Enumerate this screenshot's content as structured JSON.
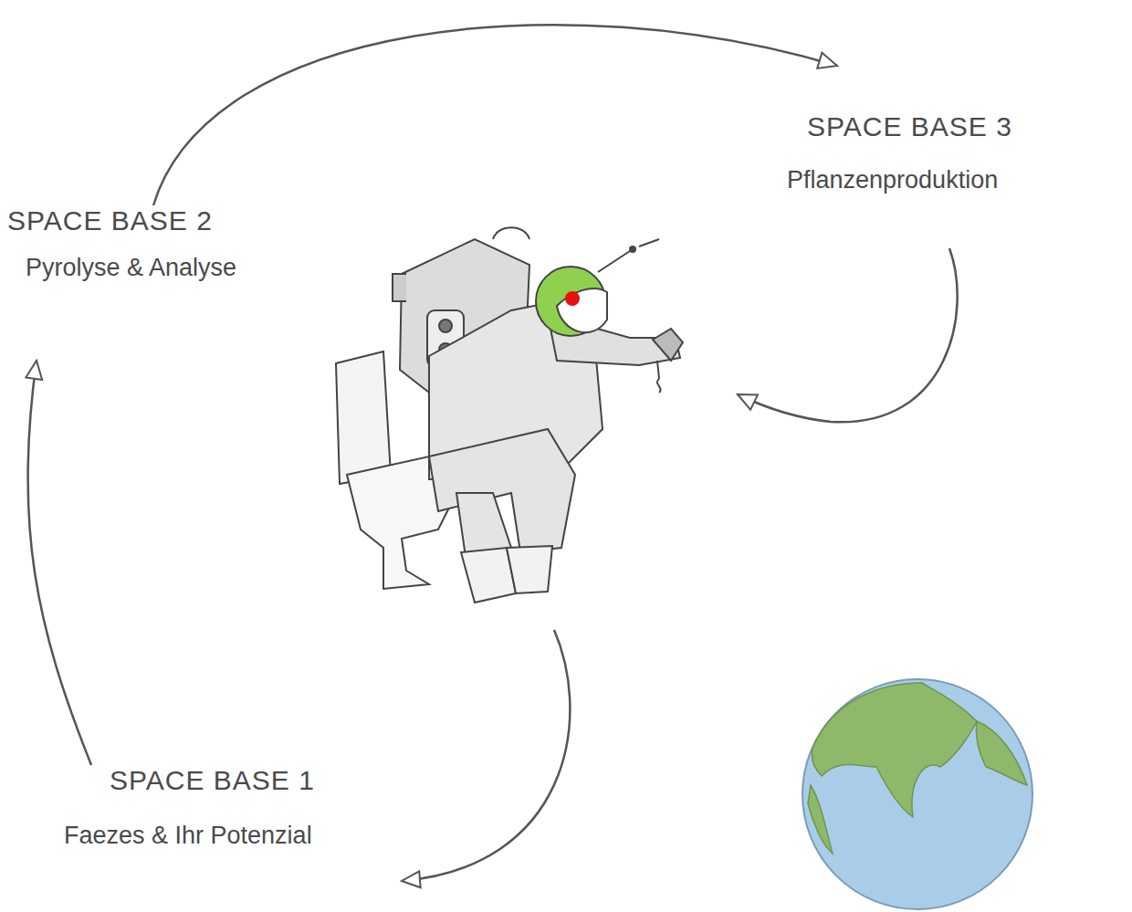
{
  "diagram": {
    "nodes": [
      {
        "text": [
          "SPACE BASE 1",
          "Faezes & Ihr Potenzial"
        ]
      },
      {
        "text": [
          "SPACE BASE 2",
          "Pyrolyse & Analyse"
        ]
      },
      {
        "text": [
          "SPACE BASE 3",
          "Pflanzenproduktion"
        ]
      }
    ],
    "edges": [
      {
        "from": 0,
        "to": 1,
        "arrow": "to"
      },
      {
        "from": 1,
        "to": 2,
        "arrow": "to"
      }
    ]
  }
}
